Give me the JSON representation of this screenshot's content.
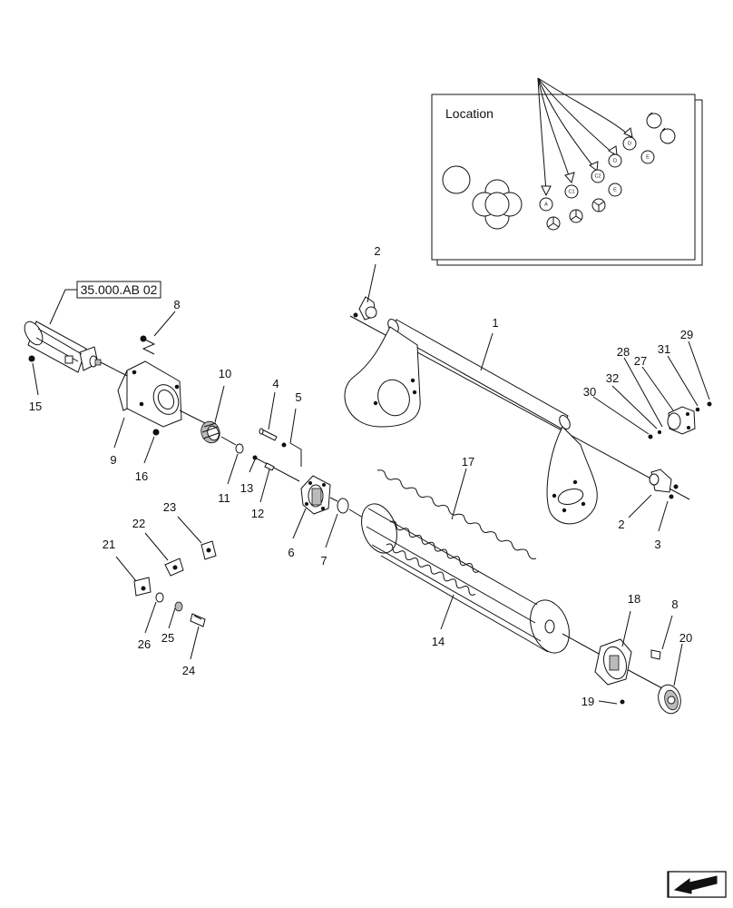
{
  "location_panel": {
    "title": "Location",
    "markers": [
      "A",
      "C1",
      "C2",
      "D",
      "D",
      "E",
      "E"
    ]
  },
  "reference_label": "35.000.AB 02",
  "callouts": [
    "1",
    "2",
    "2",
    "3",
    "4",
    "5",
    "6",
    "7",
    "8",
    "8",
    "9",
    "10",
    "11",
    "12",
    "13",
    "14",
    "15",
    "16",
    "17",
    "18",
    "19",
    "20",
    "21",
    "22",
    "23",
    "24",
    "25",
    "26",
    "27",
    "28",
    "29",
    "30",
    "31",
    "32"
  ],
  "nav_icon": "arrow-back-icon"
}
